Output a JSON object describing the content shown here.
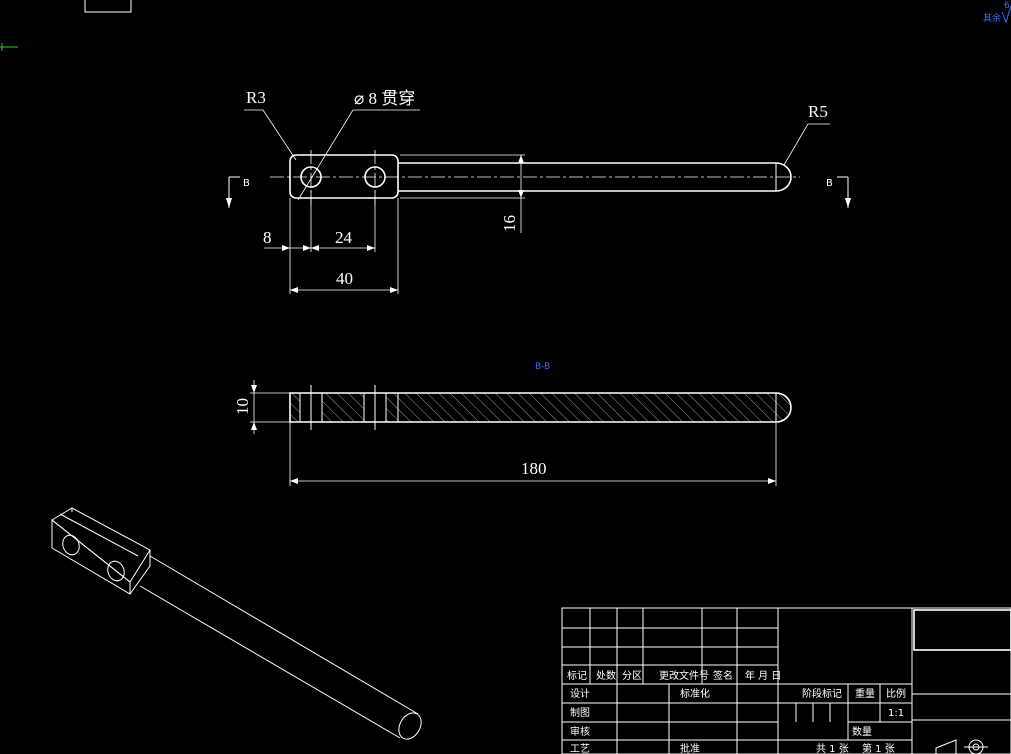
{
  "dimensions": {
    "r3": "R3",
    "hole": "⌀ 8 贯穿",
    "r5": "R5",
    "d8": "8",
    "d24": "24",
    "d40": "40",
    "d16": "16",
    "d10": "10",
    "d180": "180"
  },
  "section": {
    "marker": "B",
    "label": "B-B"
  },
  "corner": {
    "text": "其余",
    "mark": "6"
  },
  "title_block": {
    "row_labels": [
      "标记",
      "处数",
      "分区",
      "更改文件号",
      "签名",
      "年 月 日"
    ],
    "design": "设计",
    "standard": "标准化",
    "stage": "阶段标记",
    "weight": "重量",
    "scale": "比例",
    "draw": "制图",
    "scale_value": "1:1",
    "review": "审核",
    "quantity": "数量",
    "process": "工艺",
    "approve": "批准",
    "total": "共 1 张",
    "sheet": "第 1 张"
  },
  "colors": {
    "background": "#000000",
    "line": "#ffffff",
    "accent": "#3a6cff",
    "green": "#2bd12b"
  }
}
